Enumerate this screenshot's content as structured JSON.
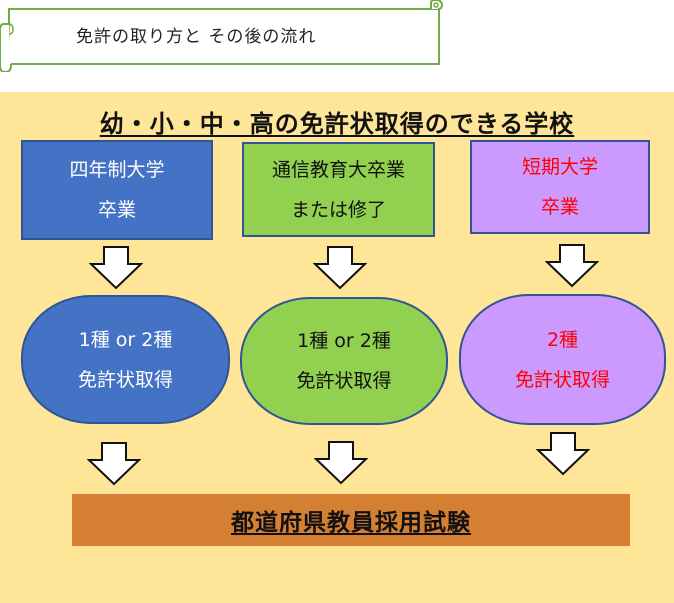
{
  "banner": {
    "title": "免許の取り方と その後の流れ"
  },
  "panel_title": "幼・小・中・高の免許状取得のできる学校",
  "columns": [
    {
      "school_line1": "四年制大学",
      "school_line2": "卒業",
      "license_line1": "1種 or 2種",
      "license_line2": "免許状取得"
    },
    {
      "school_line1": "通信教育大卒業",
      "school_line2": "または修了",
      "license_line1": "1種 or 2種",
      "license_line2": "免許状取得"
    },
    {
      "school_line1": "短期大学",
      "school_line2": "卒業",
      "license_line1": "2種",
      "license_line2": "免許状取得"
    }
  ],
  "final_step": "都道府県教員採用試験",
  "colors": {
    "panel_background": "#ffe598",
    "blue": "#4472c4",
    "green": "#92d050",
    "purple": "#cc99ff",
    "red_text": "#ff0000",
    "orange": "#d47f32",
    "banner_border": "#70ad47"
  }
}
